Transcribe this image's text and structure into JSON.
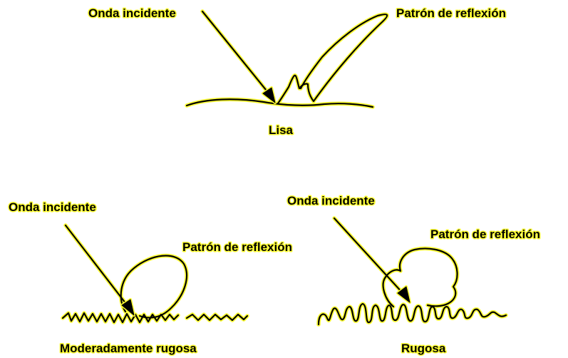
{
  "panels": {
    "smooth": {
      "incident_label": "Onda incidente",
      "pattern_label": "Patrón de reflexión",
      "surface_label": "Lisa"
    },
    "moderate": {
      "incident_label": "Onda incidente",
      "pattern_label": "Patrón de reflexión",
      "surface_label": "Moderadamente rugosa"
    },
    "rough": {
      "incident_label": "Onda incidente",
      "pattern_label": "Patrón de reflexión",
      "surface_label": "Rugosa"
    }
  },
  "colors": {
    "outline": "#000000",
    "halo": "#ffff33",
    "background": "#ffffff"
  }
}
